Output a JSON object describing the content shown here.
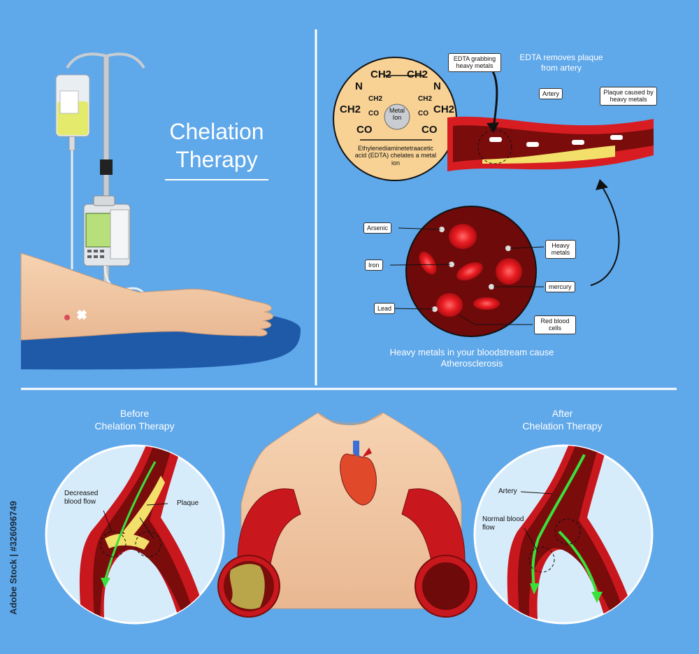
{
  "title": {
    "line1": "Chelation",
    "line2": "Therapy"
  },
  "edta_panel": {
    "heading_line1": "EDTA removes plaque",
    "heading_line2": "from artery",
    "grabbing_label": "EDTA grabbing heavy metals",
    "artery_label": "Artery",
    "plaque_label": "Plaque caused by heavy metals",
    "molecule": {
      "top_left": "CH2",
      "top_right": "CH2",
      "n": "N",
      "ch2": "CH2",
      "co": "CO",
      "bottom_co": "CO",
      "metal_ion": "Metal Ion",
      "caption": "Ethylenediaminetetraacetic acid (EDTA) chelates a metal ion"
    }
  },
  "blood_panel": {
    "labels": [
      "Arsenic",
      "Iron",
      "Lead",
      "Heavy metals",
      "mercury",
      "Red blood cells"
    ],
    "caption_line1": "Heavy metals in your bloodstream cause",
    "caption_line2": "Atherosclerosis"
  },
  "before": {
    "title_line1": "Before",
    "title_line2": "Chelation Therapy",
    "decreased_flow": "Decreased blood flow",
    "plaque": "Plaque"
  },
  "after": {
    "title_line1": "After",
    "title_line2": "Chelation Therapy",
    "artery": "Artery",
    "normal_flow": "Normal blood flow"
  },
  "watermark": "Adobe Stock | #326096749",
  "colors": {
    "background": "#5fa8ea",
    "artery_red": "#c8171e",
    "artery_dark": "#7a0c0c",
    "plaque_yellow": "#f3e06a",
    "blood_flow_green": "#39e23b",
    "skin": "#f2c9a5"
  }
}
